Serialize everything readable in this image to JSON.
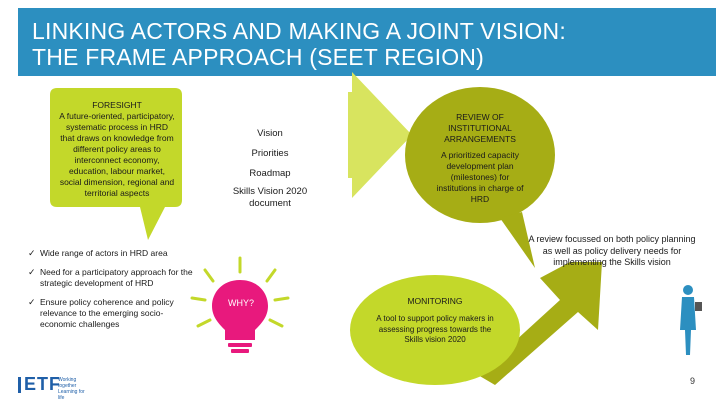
{
  "header": {
    "title_line1": "LINKING ACTORS AND MAKING A JOINT VISION:",
    "title_line2": "THE FRAME APPROACH (SEET REGION)"
  },
  "foresight": {
    "heading": "FORESIGHT",
    "body": "A future-oriented, participatory, systematic process in HRD that draws on knowledge from different policy areas to interconnect economy, education, labour market, social dimension, regional and territorial aspects"
  },
  "center_items": [
    "Vision",
    "Priorities",
    "Roadmap",
    "Skills Vision 2020 document"
  ],
  "review": {
    "heading": "REVIEW OF INSTITUTIONAL ARRANGEMENTS",
    "body": "A prioritized capacity development plan (milestones) for institutions in charge of HRD"
  },
  "review_note": "A review focussed on both policy planning as well as policy delivery needs for implementing the Skills vision",
  "bullets": [
    "Wide range of actors in HRD area",
    "Need for a participatory approach for the strategic development of HRD",
    "Ensure policy coherence and policy relevance to the emerging socio-economic challenges"
  ],
  "why_label": "WHY?",
  "monitoring": {
    "heading": "MONITORING",
    "body": "A tool to support policy makers in assessing progress towards the Skills vision 2020"
  },
  "logo": {
    "text": "ETF",
    "tagline": "Working together Learning for life"
  },
  "page_number": "9",
  "colors": {
    "header": "#2c8fc0",
    "lime": "#c3d82a",
    "arrow": "#d8e45f",
    "olive": "#a6ad15",
    "bulb": "#e8197d",
    "ray": "#c3d82a"
  }
}
